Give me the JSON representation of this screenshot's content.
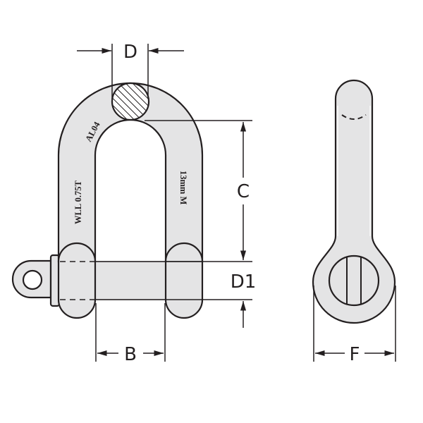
{
  "diagram": {
    "subject": "D-shackle dimension drawing",
    "colors": {
      "body_fill": "#e4e4e5",
      "outline": "#231f20",
      "background": "#ffffff"
    },
    "front_view": {
      "markings": {
        "batch": "AL04",
        "wll": "WLL 0.75T",
        "size": "13mm M"
      }
    },
    "dimensions": {
      "D": "D",
      "C": "C",
      "D1": "D1",
      "B": "B",
      "F": "F"
    }
  }
}
